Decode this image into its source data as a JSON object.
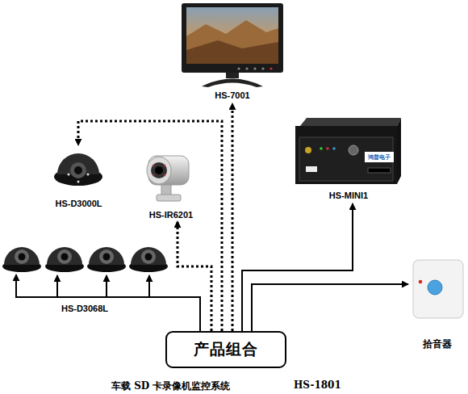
{
  "diagram": {
    "caption": "车载 SD 卡录像机监控系统",
    "nodes": [
      {
        "text": [
          "HS-7001"
        ]
      },
      {
        "text": [
          "HS-D3000L"
        ]
      },
      {
        "text": [
          "HS-IR6201"
        ]
      },
      {
        "text": [
          "HS-MINI1"
        ]
      },
      {
        "text": [
          "HS-D3068L"
        ]
      },
      {
        "text": [
          "拾音器"
        ]
      },
      {
        "text": [
          "产品组合"
        ]
      }
    ],
    "edges": [
      {
        "from": 6,
        "to": 0,
        "arrow": "to"
      },
      {
        "from": 6,
        "to": 1,
        "arrow": "to"
      },
      {
        "from": 6,
        "to": 2,
        "arrow": "to"
      },
      {
        "from": 6,
        "to": 3,
        "arrow": "to"
      },
      {
        "from": 6,
        "to": 4,
        "arrow": "to"
      },
      {
        "from": 6,
        "to": 5,
        "arrow": "to"
      }
    ],
    "labels": [
      "鸿普电子",
      "HS-1801"
    ]
  }
}
